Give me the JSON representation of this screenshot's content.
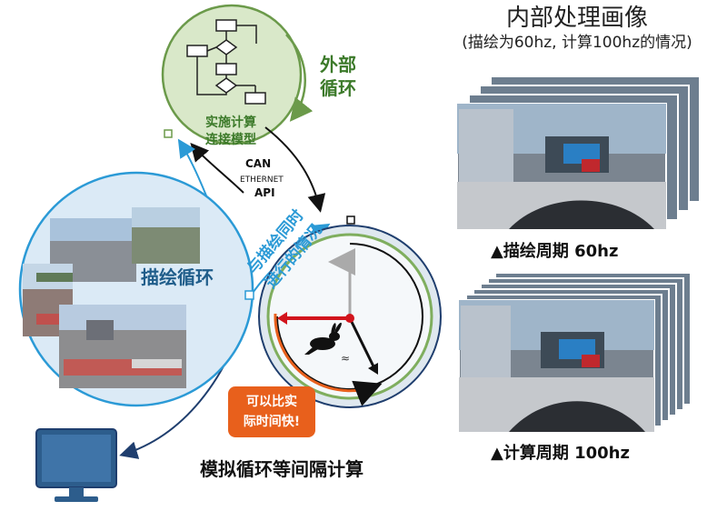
{
  "outer_loop": {
    "label_line1": "外部",
    "label_line2": "循环",
    "model_line1": "实施计算",
    "model_line2": "连接模型"
  },
  "interface": {
    "line1": "CAN",
    "line2": "ETHERNET",
    "line3": "API"
  },
  "render_loop": {
    "label": "描绘循环"
  },
  "parallel_note": {
    "line1": "与描绘同时",
    "line2": "进行的情况"
  },
  "badge": {
    "line1": "可以比实",
    "line2": "际时间快!"
  },
  "bottom": {
    "label": "模拟循环等间隔计算"
  },
  "right_panel": {
    "title": "内部处理画像",
    "subtitle": "(描绘为60hz, 计算100hz的情况)",
    "caption_top": "▲描绘周期 60hz",
    "caption_bottom": "▲计算周期 100hz"
  },
  "colors": {
    "green_fill": "#d9e8c9",
    "green_stroke": "#6b9a4a",
    "blue_fill": "#dbeaf6",
    "blue_stroke": "#2b9ad6",
    "orange": "#e8601c",
    "red_hand": "#d2141c",
    "navy": "#1f3e6e"
  },
  "icons": [
    "flowchart-icon",
    "rabbit-icon",
    "monitor-icon",
    "clock-icon"
  ]
}
